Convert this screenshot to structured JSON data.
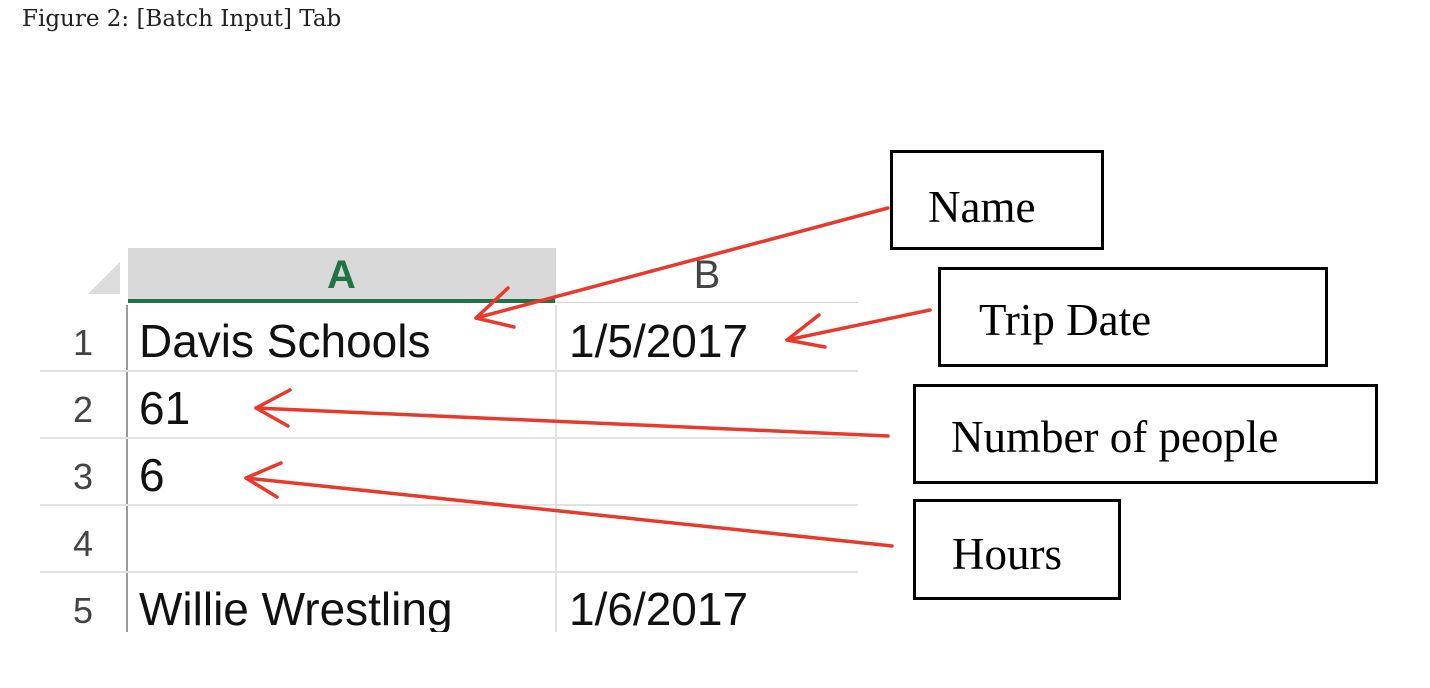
{
  "caption": "Figure 2: [Batch Input] Tab",
  "spreadsheet": {
    "columns": [
      "A",
      "B"
    ],
    "rows": [
      {
        "num": "1",
        "a": "Davis Schools",
        "b": "1/5/2017"
      },
      {
        "num": "2",
        "a": "61",
        "b": ""
      },
      {
        "num": "3",
        "a": "6",
        "b": ""
      },
      {
        "num": "4",
        "a": "",
        "b": ""
      },
      {
        "num": "5",
        "a": "Willie Wrestling",
        "b": "1/6/2017"
      }
    ]
  },
  "labels": {
    "name": "Name",
    "trip_date": "Trip Date",
    "number_of_people": "Number of people",
    "hours": "Hours"
  },
  "colors": {
    "arrow": "#e8392c",
    "selected_header": "#217346"
  }
}
